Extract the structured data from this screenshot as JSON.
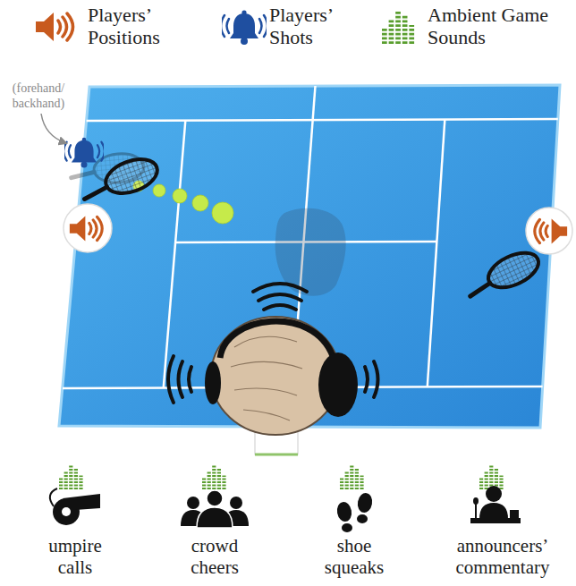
{
  "diagram": {
    "labels": [
      "(forehand/ backhand)",
      "umpire calls",
      "crowd cheers",
      "shoe squeaks",
      "announcers’ commentary"
    ],
    "legend": [
      {
        "text": "Players’ Positions"
      },
      {
        "text": "Players’ Shots"
      },
      {
        "text": "Ambient Game Sounds"
      }
    ]
  }
}
